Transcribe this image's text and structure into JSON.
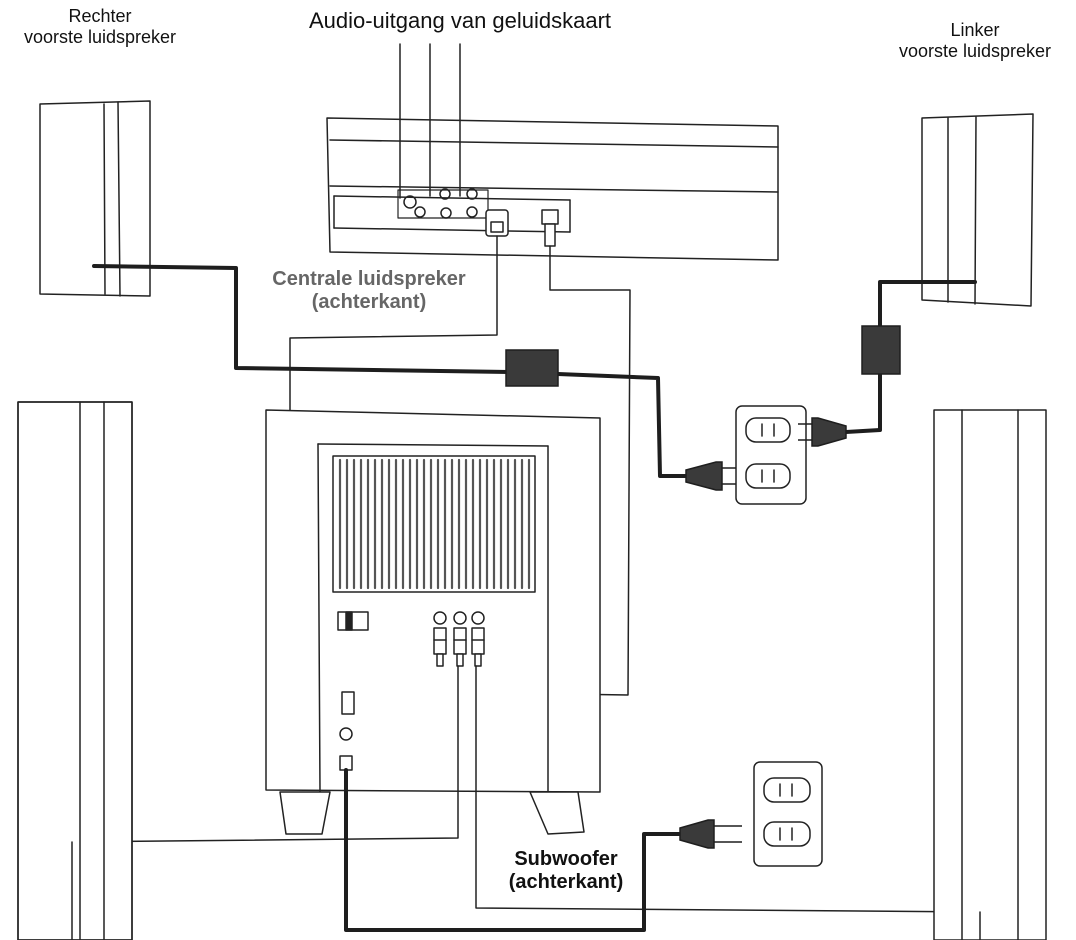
{
  "labels": {
    "right_front_speaker": {
      "line1": "Rechter",
      "line2": "voorste luidspreker"
    },
    "audio_output": "Audio-uitgang van geluidskaart",
    "left_front_speaker": {
      "line1": "Linker",
      "line2": "voorste luidspreker"
    },
    "center_speaker": {
      "line1": "Centrale luidspreker",
      "line2": "(achterkant)"
    },
    "subwoofer": {
      "line1": "Subwoofer",
      "line2": "(achterkant)"
    }
  },
  "colors": {
    "line": "#222222",
    "thick_cable": "#1e1e1e",
    "adapter_fill": "#3a3a3a",
    "grille": "#555555",
    "center_label_text": "#666666",
    "background": "#ffffff"
  },
  "icons": {
    "power_adapter": "black-box",
    "wall_outlet": "double-outlet",
    "plug": "two-prong-plug",
    "rca_jack": "rca-connector"
  }
}
